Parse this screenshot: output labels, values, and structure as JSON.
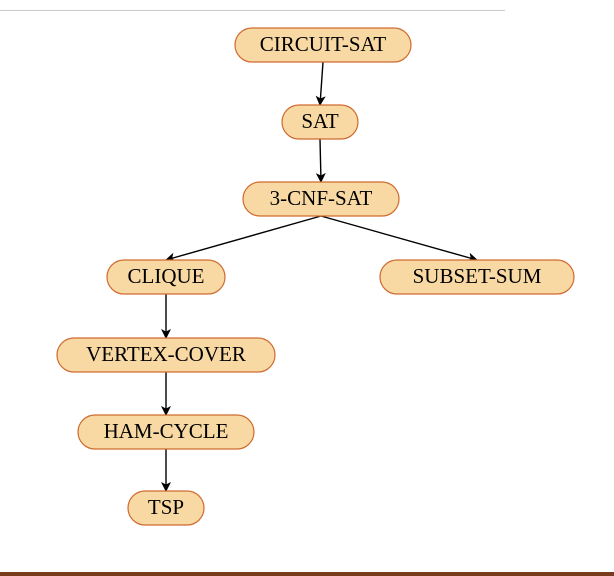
{
  "diagram": {
    "node_fill": "#f8d9a4",
    "node_stroke": "#cf6a2e",
    "edge_color": "#000000",
    "nodes": [
      {
        "id": "circuit_sat",
        "label": "CIRCUIT-SAT"
      },
      {
        "id": "sat",
        "label": "SAT"
      },
      {
        "id": "cnf_sat",
        "label": "3-CNF-SAT"
      },
      {
        "id": "clique",
        "label": "CLIQUE"
      },
      {
        "id": "subset_sum",
        "label": "SUBSET-SUM"
      },
      {
        "id": "vertex_cover",
        "label": "VERTEX-COVER"
      },
      {
        "id": "ham_cycle",
        "label": "HAM-CYCLE"
      },
      {
        "id": "tsp",
        "label": "TSP"
      }
    ],
    "edges": [
      {
        "from": "circuit_sat",
        "to": "sat"
      },
      {
        "from": "sat",
        "to": "cnf_sat"
      },
      {
        "from": "cnf_sat",
        "to": "clique"
      },
      {
        "from": "cnf_sat",
        "to": "subset_sum"
      },
      {
        "from": "clique",
        "to": "vertex_cover"
      },
      {
        "from": "vertex_cover",
        "to": "ham_cycle"
      },
      {
        "from": "ham_cycle",
        "to": "tsp"
      }
    ]
  }
}
